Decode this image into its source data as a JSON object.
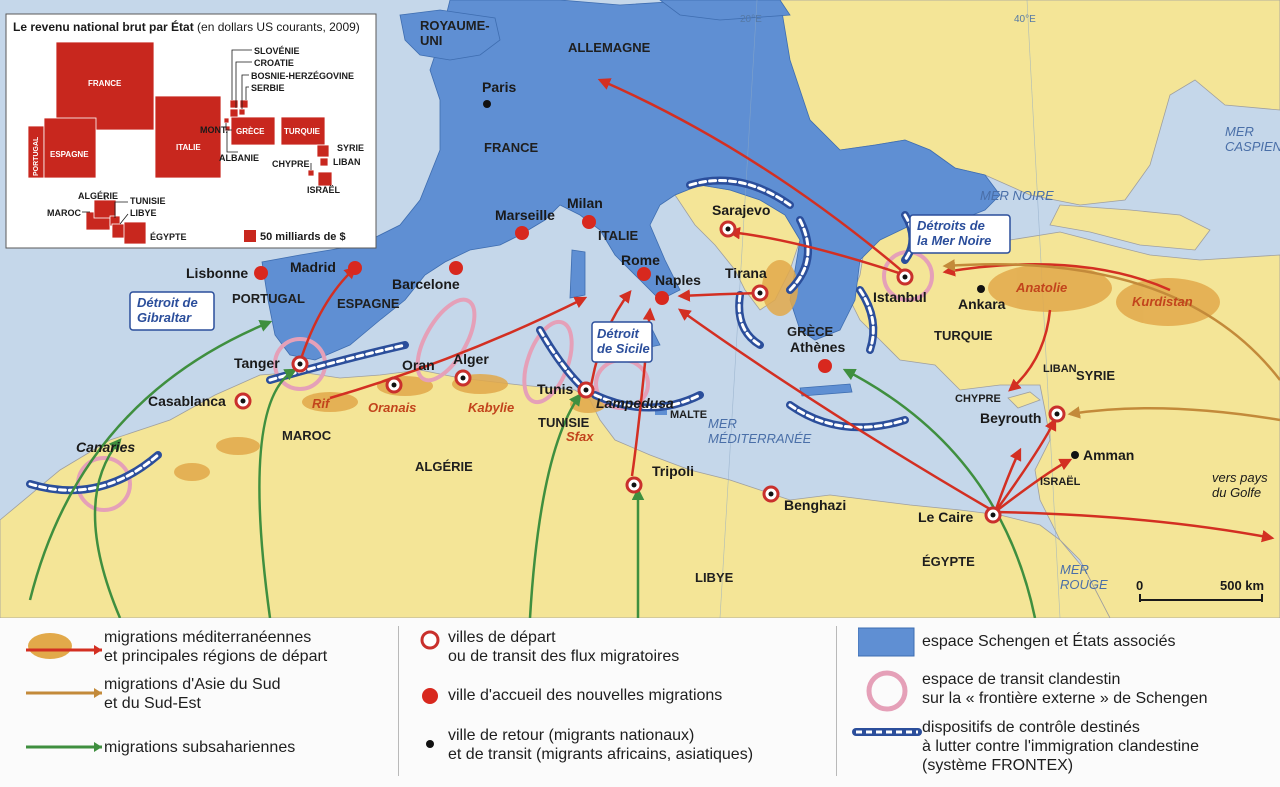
{
  "colors": {
    "sea": "#c5d7ea",
    "land": "#f4e597",
    "schengen": "#5f8fd3",
    "transit_region": "#e2a94a",
    "mediterranean_arrow": "#d32f22",
    "asia_arrow": "#c38a3a",
    "subsaharan_arrow": "#3f8f3f",
    "city_depart": "#c9302c",
    "city_accueil": "#d8281e",
    "clandestine_ring": "#e5a0b8",
    "frontex": "#2b4e9b"
  },
  "inset": {
    "title": "Le revenu national brut par État",
    "subtitle": "(en dollars US courants, 2009)",
    "scale_label": "50 milliards de $",
    "boxes": [
      {
        "label": "FRANCE"
      },
      {
        "label": "ITALIE"
      },
      {
        "label": "ESPAGNE"
      },
      {
        "label": "PORTUGAL"
      },
      {
        "label": "SLOVÉNIE"
      },
      {
        "label": "CROATIE"
      },
      {
        "label": "BOSNIE-HERZÉGOVINE"
      },
      {
        "label": "SERBIE"
      },
      {
        "label": "MONT."
      },
      {
        "label": "GRÈCE"
      },
      {
        "label": "ALBANIE"
      },
      {
        "label": "TURQUIE"
      },
      {
        "label": "SYRIE"
      },
      {
        "label": "LIBAN"
      },
      {
        "label": "CHYPRE"
      },
      {
        "label": "ISRAËL"
      },
      {
        "label": "ALGÉRIE"
      },
      {
        "label": "TUNISIE"
      },
      {
        "label": "LIBYE"
      },
      {
        "label": "MAROC"
      },
      {
        "label": "ÉGYPTE"
      }
    ]
  },
  "countries": {
    "royaume_uni": "ROYAUME-\nUNI",
    "allemagne": "ALLEMAGNE",
    "france": "FRANCE",
    "italie": "ITALIE",
    "espagne": "ESPAGNE",
    "portugal": "PORTUGAL",
    "maroc": "MAROC",
    "algerie": "ALGÉRIE",
    "tunisie": "TUNISIE",
    "libye": "LIBYE",
    "egypte": "ÉGYPTE",
    "grece": "GRÈCE",
    "turquie": "TURQUIE",
    "syrie": "SYRIE",
    "chypre": "CHYPRE",
    "liban": "LIBAN",
    "israel": "ISRAËL",
    "malte": "MALTE"
  },
  "seas": {
    "mer_noire": "MER NOIRE",
    "mer_caspienne": "MER\nCASPIENNE",
    "mer_mediterranee": "MER\nMÉDITERRANÉE",
    "mer_rouge": "MER\nROUGE"
  },
  "graticule": {
    "lon_20": "20°E",
    "lon_40": "40°E"
  },
  "regions": {
    "rif": "Rif",
    "oranais": "Oranais",
    "kabylie": "Kabylie",
    "sfax": "Sfax",
    "anatolie": "Anatolie",
    "kurdistan": "Kurdistan"
  },
  "cities": {
    "paris": "Paris",
    "milan": "Milan",
    "marseille": "Marseille",
    "lisbonne": "Lisbonne",
    "madrid": "Madrid",
    "barcelone": "Barcelone",
    "rome": "Rome",
    "naples": "Naples",
    "athenes": "Athènes",
    "tanger": "Tanger",
    "oran": "Oran",
    "alger": "Alger",
    "tunis": "Tunis",
    "casablanca": "Casablanca",
    "tripoli": "Tripoli",
    "benghazi": "Benghazi",
    "le_caire": "Le Caire",
    "sarajevo": "Sarajevo",
    "tirana": "Tirana",
    "istanbul": "Istanbul",
    "ankara": "Ankara",
    "beyrouth": "Beyrouth",
    "amman": "Amman",
    "lampedusa": "Lampedusa",
    "canaries": "Canaries"
  },
  "straits": {
    "gibraltar": "Détroit de\nGibraltar",
    "sicile": "Détroit\nde Sicile",
    "mer_noire": "Détroits de\nla Mer Noire"
  },
  "annotations": {
    "golfe": "vers pays\ndu Golfe"
  },
  "scale": {
    "zero": "0",
    "end": "500 km"
  },
  "legend": {
    "mediterranean": "migrations méditerranéennes\net principales régions de départ",
    "asia": "migrations d'Asie du Sud\net du Sud-Est",
    "subsaharan": "migrations subsahariennes",
    "depart": "villes de départ\nou de transit des flux migratoires",
    "accueil": "ville d'accueil des nouvelles migrations",
    "retour": "ville de retour (migrants nationaux)\net de transit (migrants africains, asiatiques)",
    "schengen": "espace Schengen et États associés",
    "transit": "espace de transit clandestin\nsur la « frontière externe » de Schengen",
    "frontex": "dispositifs de contrôle destinés\nà lutter contre l'immigration clandestine\n(système FRONTEX)"
  }
}
